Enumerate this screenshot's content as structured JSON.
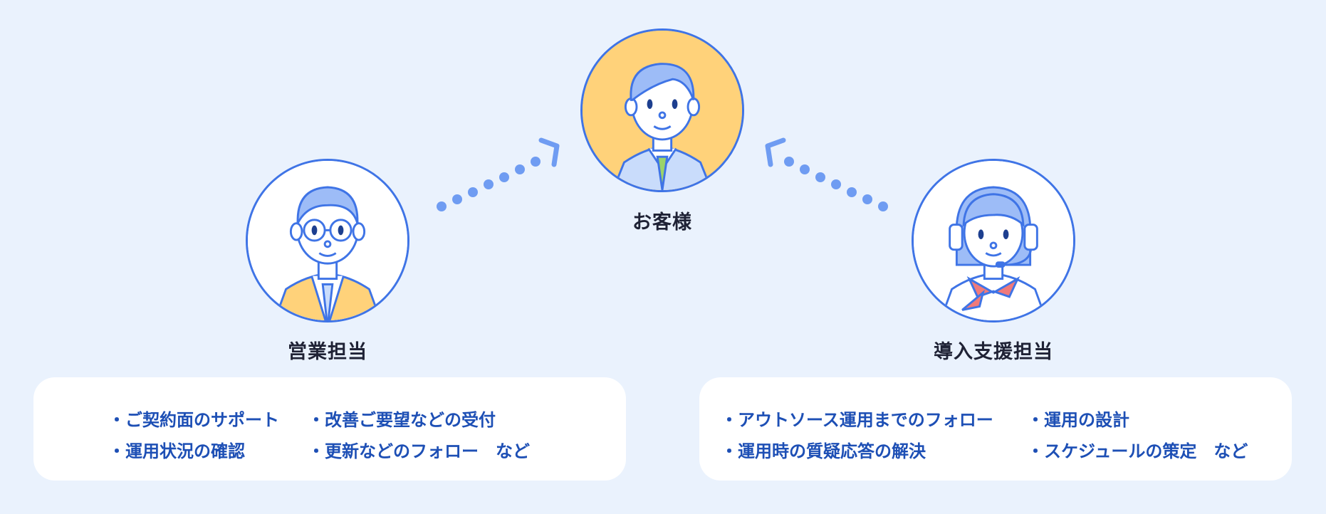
{
  "customer": {
    "label": "お客様",
    "avatar_icon": "businessman-avatar-icon"
  },
  "sales": {
    "label": "営業担当",
    "avatar_icon": "glasses-man-avatar-icon",
    "items": [
      "・ご契約面のサポート",
      "・運用状況の確認",
      "・改善ご要望などの受付",
      "・更新などのフォロー　など"
    ]
  },
  "support": {
    "label": "導入支援担当",
    "avatar_icon": "headset-woman-avatar-icon",
    "items": [
      "・アウトソース運用までのフォロー",
      "・運用時の質疑応答の解決",
      "・運用の設計",
      "・スケジュールの策定　など"
    ]
  },
  "colors": {
    "background": "#eaf2fd",
    "accent_blue": "#3f74e6",
    "dots_blue": "#6f9cf2",
    "highlight_yellow": "#ffd27a",
    "text_blue": "#1d4fb5"
  }
}
